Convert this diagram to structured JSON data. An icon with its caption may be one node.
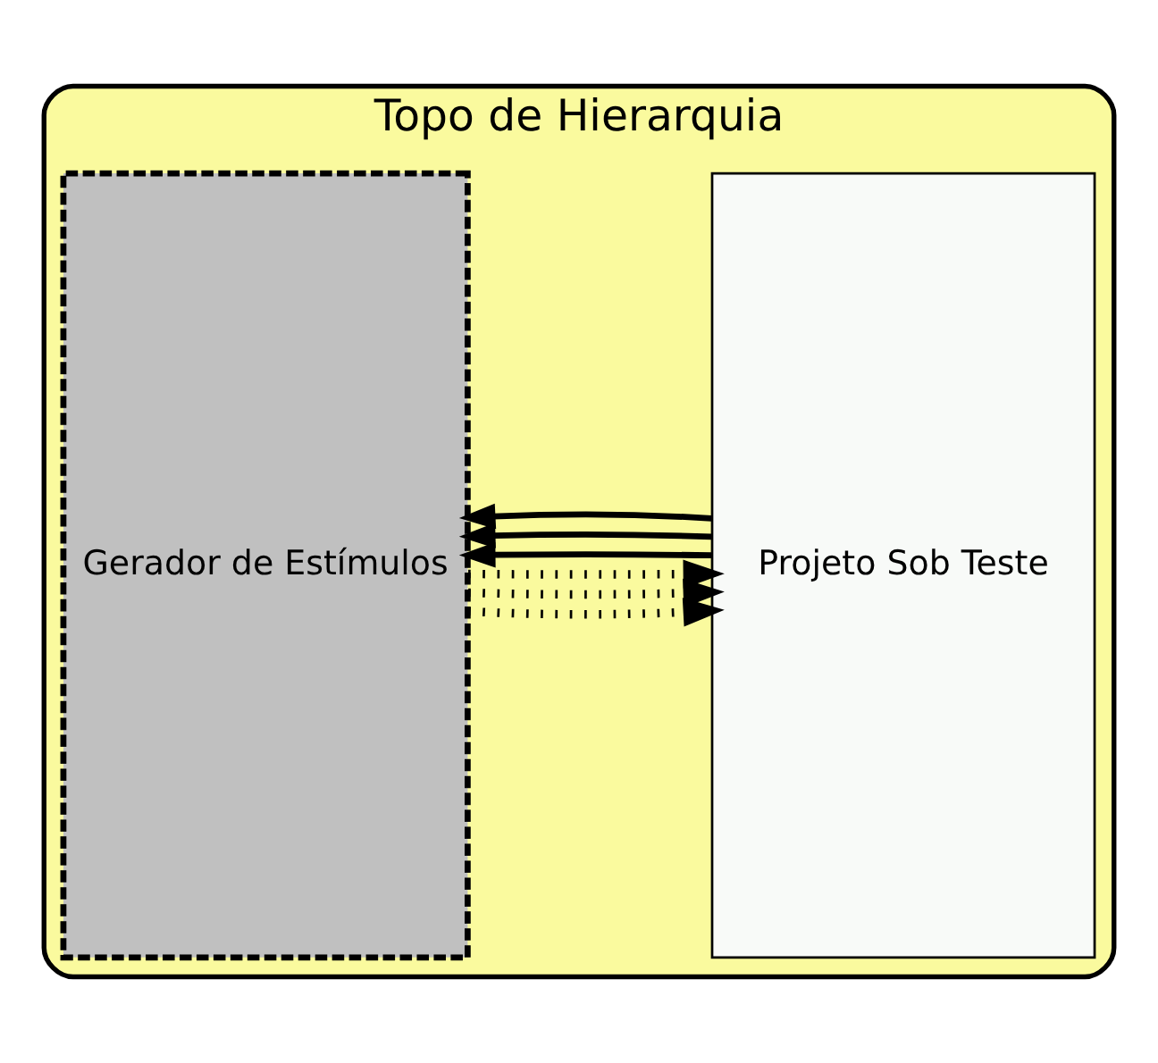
{
  "diagram": {
    "nodes": [
      {
        "text": [
          "Topo de Hierarquia"
        ]
      },
      {
        "text": [
          "Gerador de Estímulos"
        ],
        "in": 0
      },
      {
        "text": [
          "Projeto Sob Teste"
        ],
        "in": 0
      }
    ],
    "edges": [
      {
        "from": 1,
        "to": 2,
        "arrow": "to",
        "style": "dashed"
      },
      {
        "from": 1,
        "to": 2,
        "arrow": "to",
        "style": "dashed"
      },
      {
        "from": 1,
        "to": 2,
        "arrow": "to",
        "style": "dashed"
      },
      {
        "from": 2,
        "to": 1,
        "arrow": "to"
      },
      {
        "from": 2,
        "to": 1,
        "arrow": "to"
      },
      {
        "from": 2,
        "to": 1,
        "arrow": "to"
      }
    ]
  }
}
